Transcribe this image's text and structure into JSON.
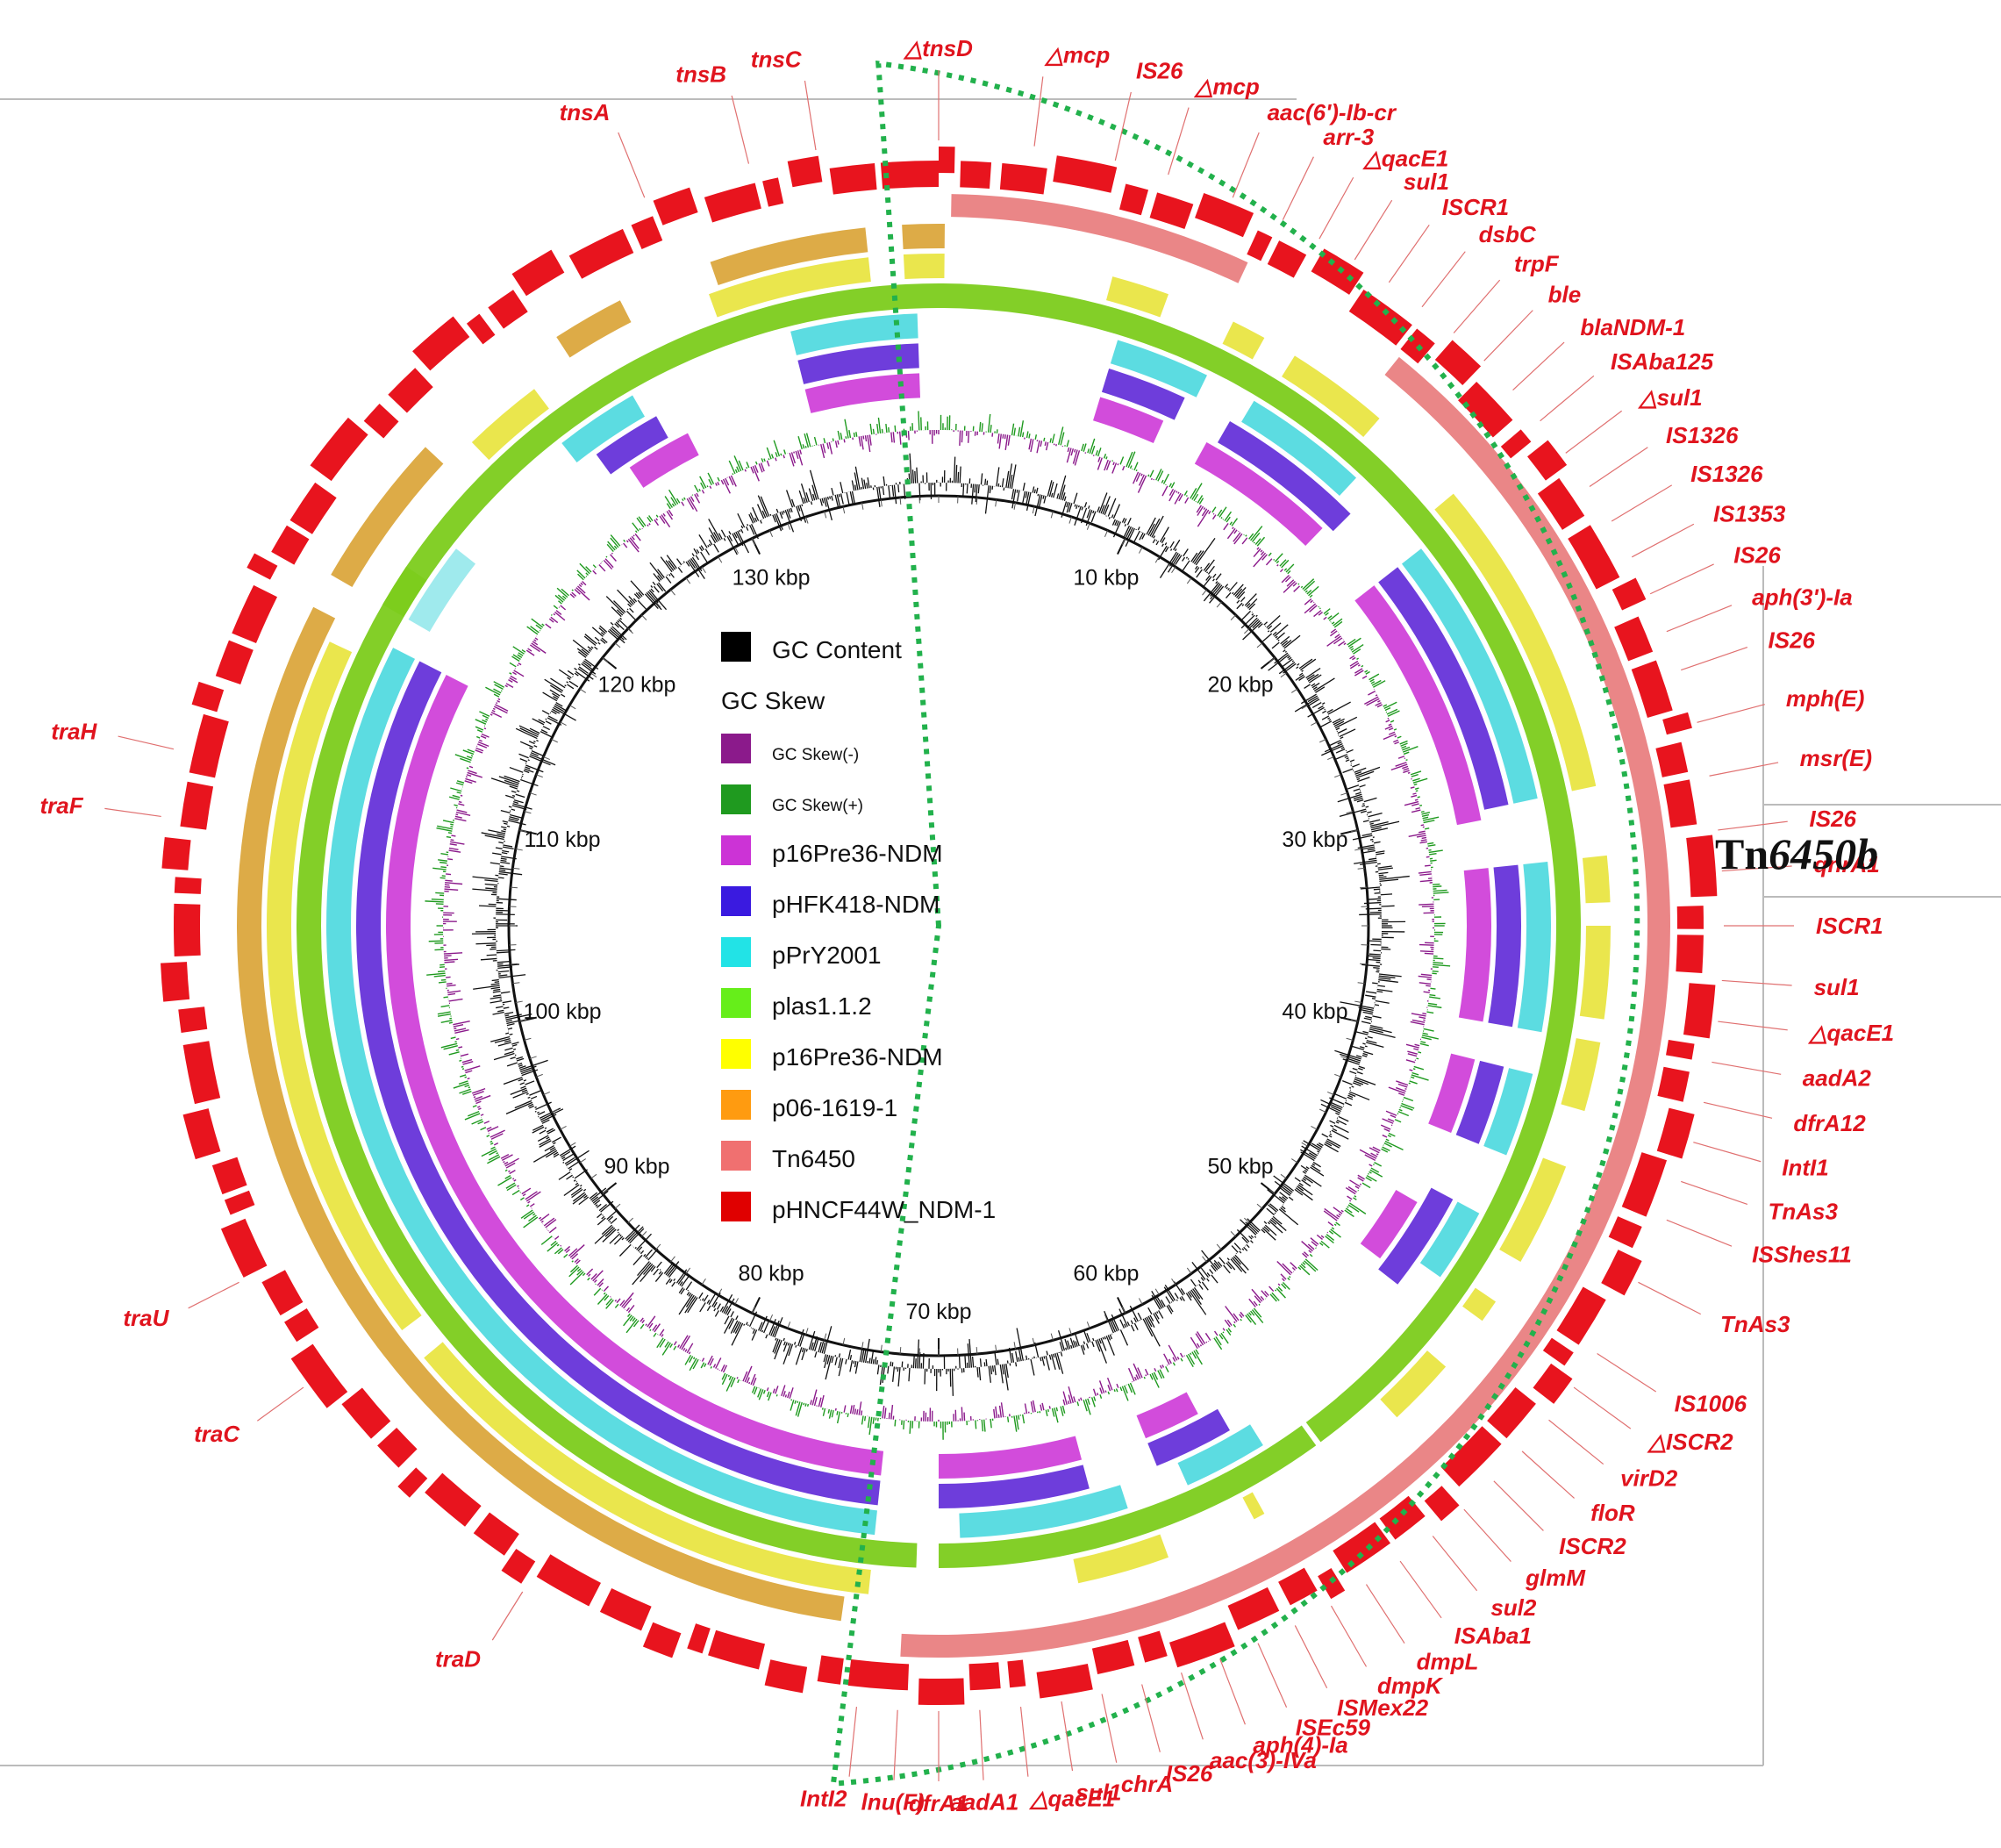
{
  "diagram": {
    "bp_total": 140000,
    "colors": {
      "backbone": "#e8141e",
      "tn6450": "#e8797a",
      "p06_1619_1": "#d9a233",
      "p16Pre36_yellow": "#e6e22e",
      "plas1_1_2": "#7ccc1c",
      "pPrY2001": "#3fd6dc",
      "pHFK418": "#5a22d6",
      "p16Pre36_magenta": "#cc33d6",
      "skew_minus": "#8b1a8b",
      "skew_plus": "#1f9a1f",
      "gc_content": "#111111",
      "label": "#e0141e",
      "bracket": "#22b14c"
    }
  },
  "ticks": [
    "10 kbp",
    "20 kbp",
    "30 kbp",
    "40 kbp",
    "50 kbp",
    "60 kbp",
    "70 kbp",
    "80 kbp",
    "90 kbp",
    "100 kbp",
    "110 kbp",
    "120 kbp",
    "130 kbp"
  ],
  "legend": {
    "gc_content": "GC Content",
    "gc_skew": "GC Skew",
    "skew_minus": "GC Skew(-)",
    "skew_plus": "GC Skew(+)",
    "ring1": "p16Pre36-NDM",
    "ring2": "pHFK418-NDM",
    "ring3": "pPrY2001",
    "ring4": "plas1.1.2",
    "ring5": "p16Pre36-NDM",
    "ring6": "p06-1619-1",
    "ring7": "Tn6450",
    "ring8": "pHNCF44W_NDM-1"
  },
  "transposon_label": {
    "prefix": "Tn",
    "number": "6450b"
  },
  "genes_right": [
    {
      "name": "tnsA",
      "angle": -22
    },
    {
      "name": "tnsB",
      "angle": -14
    },
    {
      "name": "tnsC",
      "angle": -9
    },
    {
      "name": "△tnsD",
      "angle": 0
    },
    {
      "name": "△mcp",
      "angle": 7
    },
    {
      "name": "IS26",
      "angle": 13
    },
    {
      "name": "△mcp",
      "angle": 17
    },
    {
      "name": "aac(6')-Ib-cr",
      "angle": 22
    },
    {
      "name": "arr-3",
      "angle": 26
    },
    {
      "name": "△qacE1",
      "angle": 29
    },
    {
      "name": "sul1",
      "angle": 32
    },
    {
      "name": "ISCR1",
      "angle": 35
    },
    {
      "name": "dsbC",
      "angle": 38
    },
    {
      "name": "trpF",
      "angle": 41
    },
    {
      "name": "ble",
      "angle": 44
    },
    {
      "name": "blaNDM-1",
      "angle": 47
    },
    {
      "name": "ISAba125",
      "angle": 50
    },
    {
      "name": "△sul1",
      "angle": 53
    },
    {
      "name": "IS1326",
      "angle": 56
    },
    {
      "name": "IS1326",
      "angle": 59
    },
    {
      "name": "IS1353",
      "angle": 62
    },
    {
      "name": "IS26",
      "angle": 65
    },
    {
      "name": "aph(3')-Ia",
      "angle": 68
    },
    {
      "name": "IS26",
      "angle": 71
    },
    {
      "name": "mph(E)",
      "angle": 75
    },
    {
      "name": "msr(E)",
      "angle": 79
    },
    {
      "name": "IS26",
      "angle": 83
    },
    {
      "name": "qnrA1",
      "angle": 86
    },
    {
      "name": "ISCR1",
      "angle": 90
    },
    {
      "name": "sul1",
      "angle": 94
    },
    {
      "name": "△qacE1",
      "angle": 97
    },
    {
      "name": "aadA2",
      "angle": 100
    },
    {
      "name": "dfrA12",
      "angle": 103
    },
    {
      "name": "IntI1",
      "angle": 106
    },
    {
      "name": "TnAs3",
      "angle": 109
    },
    {
      "name": "ISShes11",
      "angle": 112
    },
    {
      "name": "TnAs3",
      "angle": 117
    },
    {
      "name": "IS1006",
      "angle": 123
    },
    {
      "name": "△ISCR2",
      "angle": 126
    },
    {
      "name": "virD2",
      "angle": 129
    },
    {
      "name": "floR",
      "angle": 132
    },
    {
      "name": "ISCR2",
      "angle": 135
    },
    {
      "name": "glmM",
      "angle": 138
    },
    {
      "name": "sul2",
      "angle": 141
    },
    {
      "name": "ISAba1",
      "angle": 144
    },
    {
      "name": "dmpL",
      "angle": 147
    },
    {
      "name": "dmpK",
      "angle": 150
    },
    {
      "name": "ISMex22",
      "angle": 153
    },
    {
      "name": "ISEc59",
      "angle": 156
    },
    {
      "name": "aph(4)-Ia",
      "angle": 159
    },
    {
      "name": "aac(3)-IVa",
      "angle": 162
    },
    {
      "name": "IS26",
      "angle": 165
    },
    {
      "name": "chrA",
      "angle": 168
    },
    {
      "name": "sul1",
      "angle": 171
    },
    {
      "name": "△qacE1",
      "angle": 174
    },
    {
      "name": "aadA1",
      "angle": 177
    },
    {
      "name": "dfrA1",
      "angle": 180
    },
    {
      "name": "lnu(F)",
      "angle": 183
    },
    {
      "name": "IntI2",
      "angle": 186
    }
  ],
  "genes_left": [
    {
      "name": "traD",
      "angle": 212
    },
    {
      "name": "traC",
      "angle": 234
    },
    {
      "name": "traU",
      "angle": 243
    },
    {
      "name": "traF",
      "angle": 278
    },
    {
      "name": "traH",
      "angle": 283
    }
  ]
}
